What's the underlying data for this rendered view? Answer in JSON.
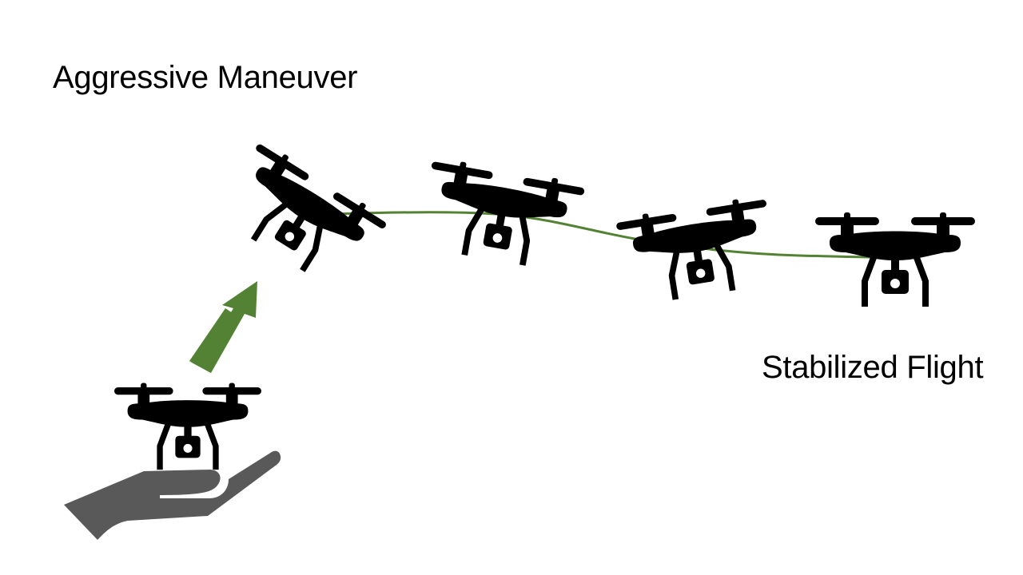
{
  "labels": {
    "aggressive": "Aggressive Maneuver",
    "stabilized": "Stabilized Flight"
  },
  "colors": {
    "background": "#ffffff",
    "drone": "#000000",
    "hand": "#595959",
    "path": "#548235",
    "arrow": "#548235"
  },
  "icons": {
    "drone": "quadcopter-drone-icon",
    "hand": "open-hand-icon",
    "arrow": "up-right-arrow-icon"
  },
  "sequence": [
    "launch-from-hand",
    "aggressive-maneuver",
    "transition",
    "transition",
    "stabilized-flight"
  ]
}
